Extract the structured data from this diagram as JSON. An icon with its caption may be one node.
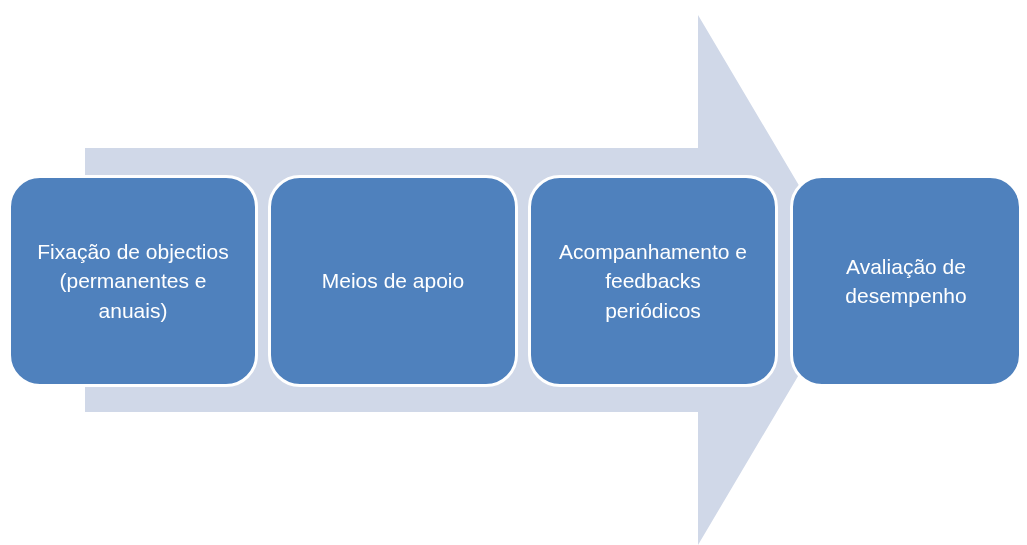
{
  "diagram": {
    "nodes": [
      {
        "text": [
          "Fixação de objectios (permanentes e anuais)"
        ]
      },
      {
        "text": [
          "Meios de apoio"
        ]
      },
      {
        "text": [
          "Acompanhamento e feedbacks periódicos"
        ]
      },
      {
        "text": [
          "Avaliação de desempenho"
        ]
      }
    ],
    "edges": [
      {
        "from": 0,
        "to": 3,
        "arrow": "to"
      }
    ]
  }
}
